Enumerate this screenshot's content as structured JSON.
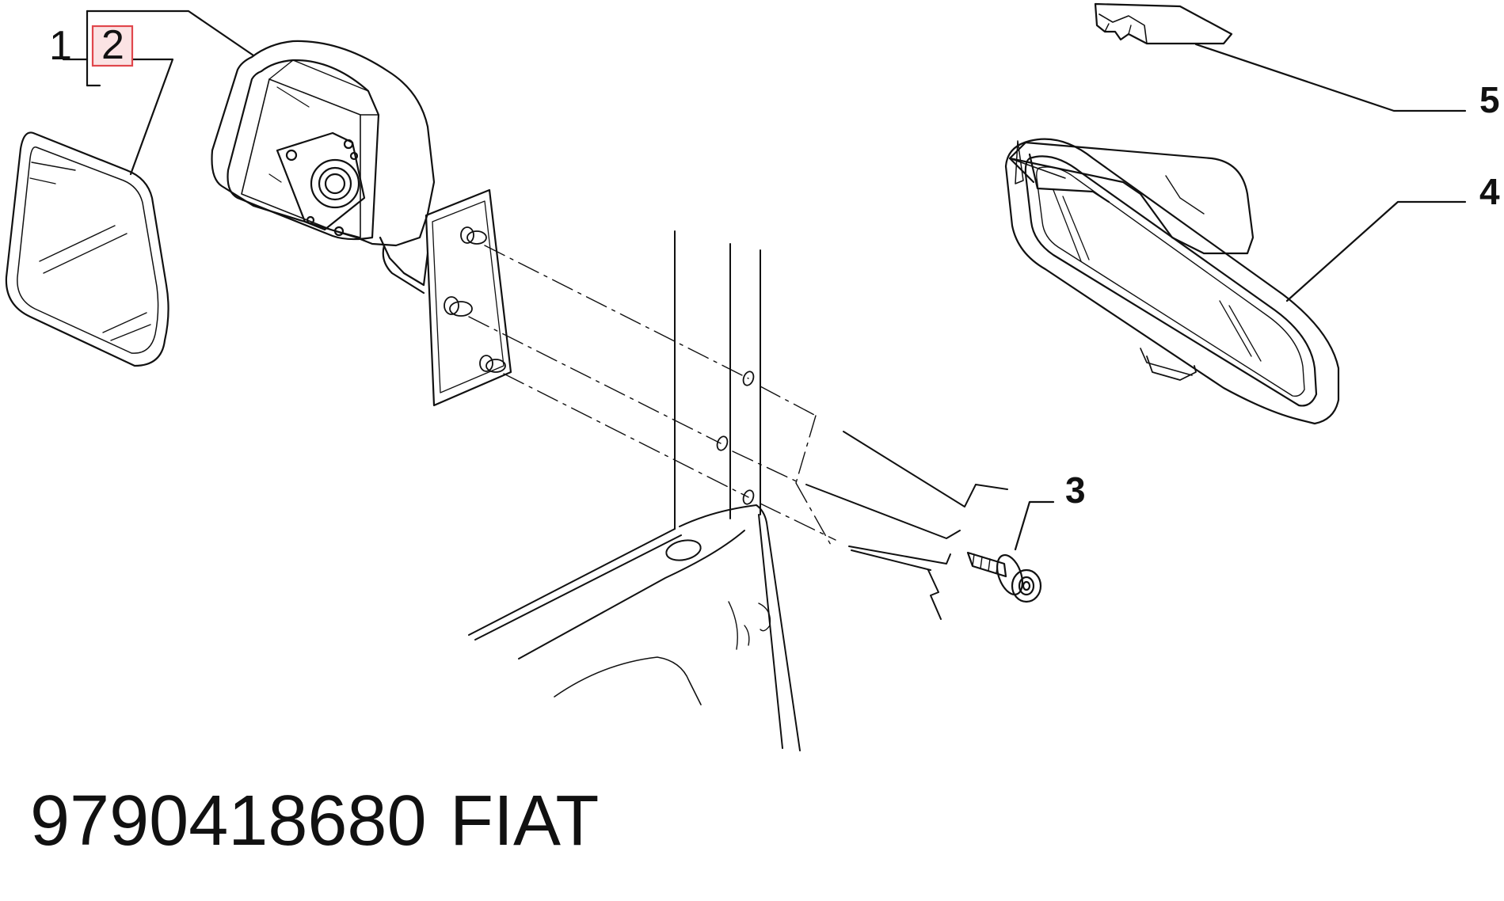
{
  "callouts": {
    "c1": "1",
    "c2": "2",
    "c3": "3",
    "c4": "4",
    "c5": "5"
  },
  "footer": {
    "part_number": "9790418680",
    "brand": "FIAT"
  },
  "colors": {
    "line": "#111111",
    "highlight_border": "#e0474c",
    "highlight_fill": "#fbe3e4"
  }
}
